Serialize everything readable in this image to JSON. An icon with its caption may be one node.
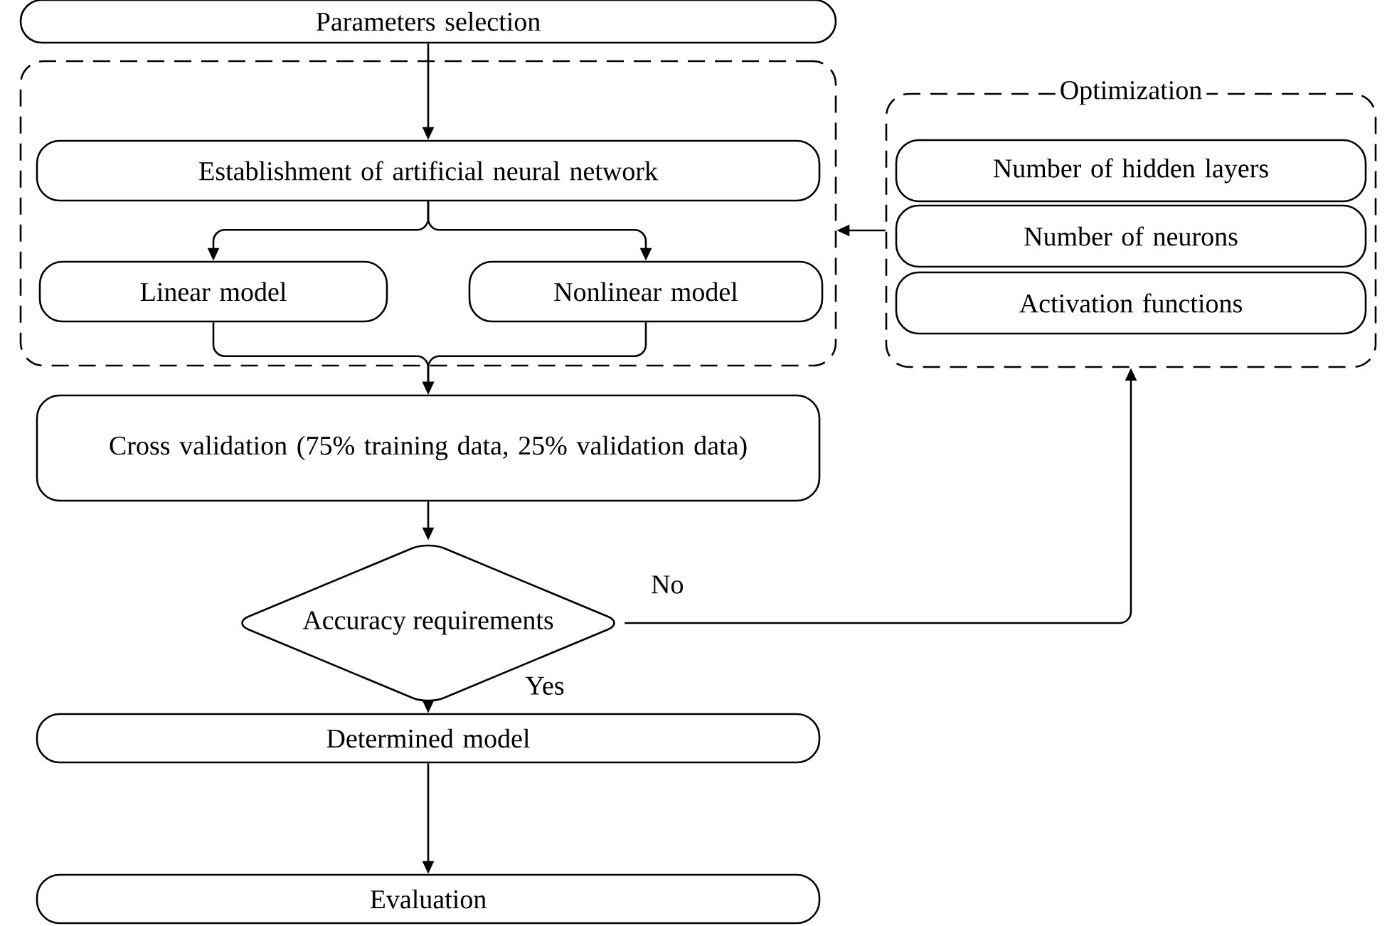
{
  "diagram": {
    "nodes": [
      {
        "text": [
          "Parameters selection"
        ]
      },
      {
        "text": [],
        "shape": "box"
      },
      {
        "text": [
          "Establishment of artificial neural network"
        ],
        "in": 1
      },
      {
        "text": [
          "Linear model"
        ],
        "in": 1
      },
      {
        "text": [
          "Nonlinear model"
        ],
        "in": 1
      },
      {
        "text": [
          "Optimization"
        ]
      },
      {
        "text": [
          "Number of hidden layers"
        ],
        "in": 5
      },
      {
        "text": [
          "Number of neurons"
        ],
        "in": 5
      },
      {
        "text": [
          "Activation functions"
        ],
        "in": 5
      },
      {
        "text": [
          "Cross validation (75% training data, 25% validation data)"
        ]
      },
      {
        "text": [
          "Accuracy requirements"
        ]
      },
      {
        "text": [
          "Determined model"
        ]
      },
      {
        "text": [
          "Evaluation"
        ]
      }
    ],
    "edges": [
      {
        "from": 0,
        "to": 2,
        "arrow": "to"
      },
      {
        "from": 2,
        "to": 3,
        "arrow": "to"
      },
      {
        "from": 2,
        "to": 4,
        "arrow": "to"
      },
      {
        "from": 3,
        "to": 9,
        "arrow": "to"
      },
      {
        "from": 4,
        "to": 9,
        "arrow": "to"
      },
      {
        "from": 5,
        "to": 1,
        "arrow": "to"
      },
      {
        "from": 9,
        "to": 10,
        "arrow": "to"
      },
      {
        "from": 10,
        "to": 5,
        "arrow": "to",
        "label": "No"
      },
      {
        "from": 10,
        "to": 11,
        "arrow": "to",
        "label": "Yes"
      },
      {
        "from": 11,
        "to": 12,
        "arrow": "to"
      }
    ]
  }
}
